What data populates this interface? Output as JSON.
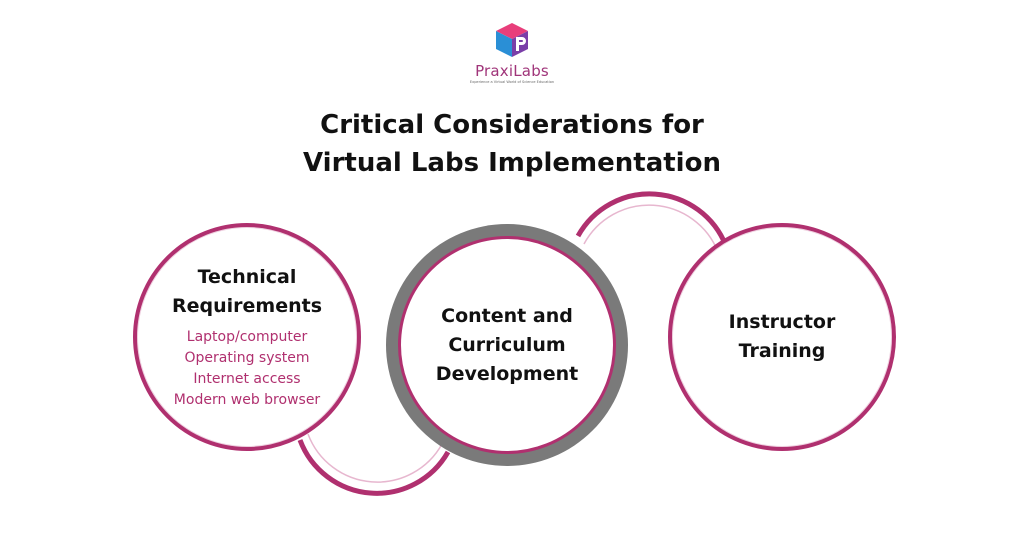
{
  "logo": {
    "name": "PraxiLabs",
    "tagline": "Experience a Virtual World of Science Education"
  },
  "title": {
    "line1": "Critical Considerations for",
    "line2": "Virtual Labs Implementation"
  },
  "items": [
    {
      "heading_lines": [
        "Technical",
        "Requirements"
      ],
      "details": [
        "Laptop/computer",
        "Operating system",
        "Internet access",
        "Modern web browser"
      ]
    },
    {
      "heading_lines": [
        "Content and",
        "Curriculum",
        "Development"
      ],
      "details": []
    },
    {
      "heading_lines": [
        "Instructor",
        "Training"
      ],
      "details": []
    }
  ],
  "colors": {
    "accent": "#b0306f",
    "ring_gray": "#7a7a7a",
    "text": "#111111"
  }
}
